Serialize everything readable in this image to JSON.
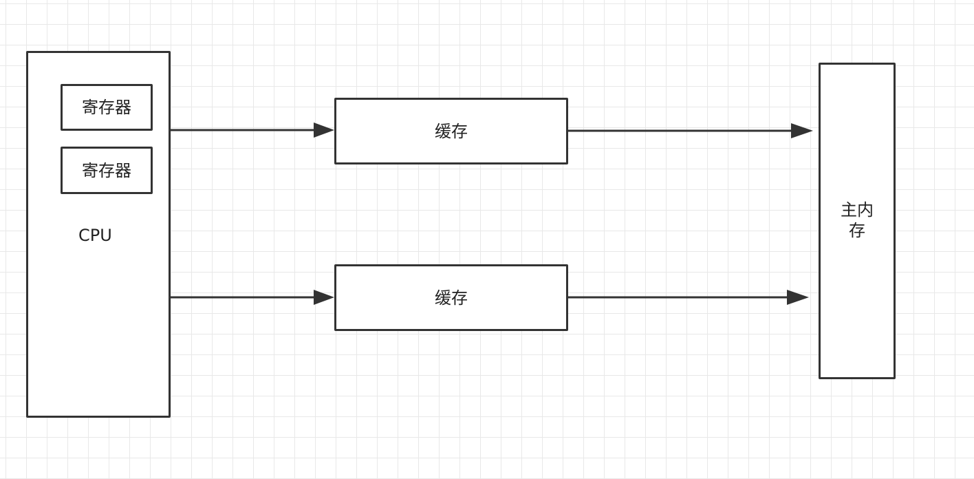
{
  "cpu": {
    "label": "CPU",
    "registers": [
      {
        "label": "寄存器"
      },
      {
        "label": "寄存器"
      }
    ]
  },
  "caches": [
    {
      "label": "缓存"
    },
    {
      "label": "缓存"
    }
  ],
  "main_memory": {
    "label": "主内存"
  },
  "colors": {
    "stroke": "#333333",
    "grid": "#e8e8e8",
    "background": "#ffffff"
  }
}
